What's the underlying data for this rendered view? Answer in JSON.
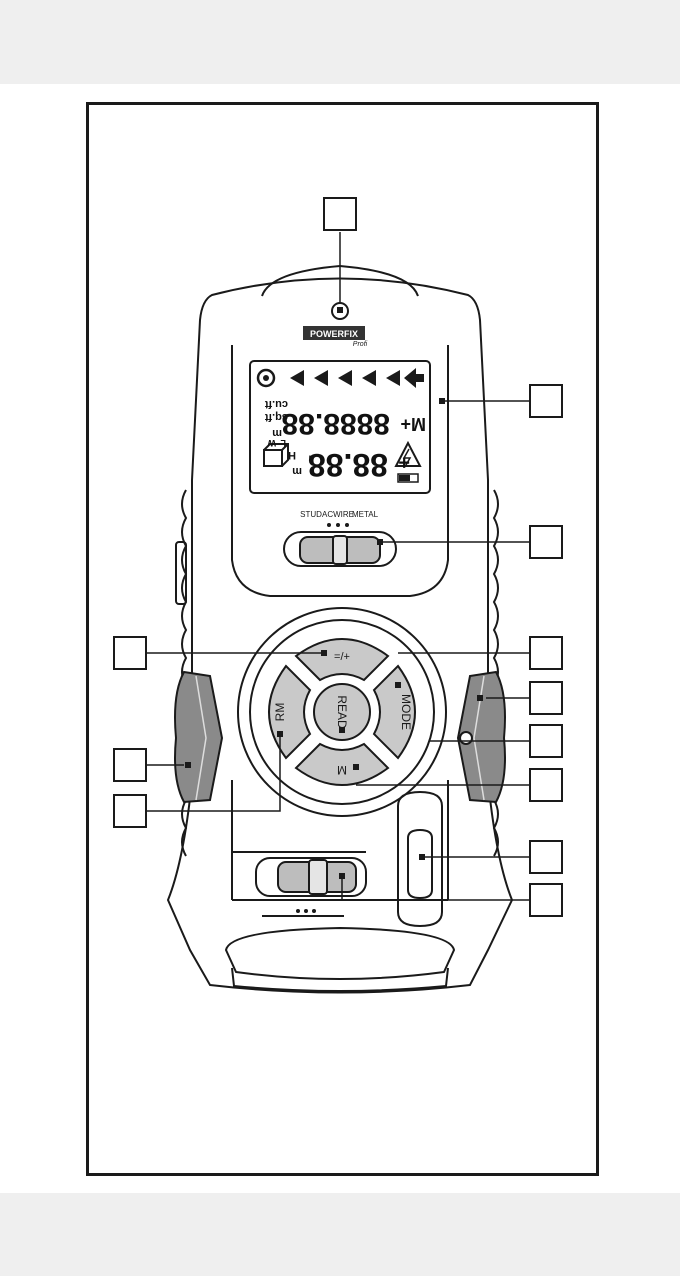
{
  "device": {
    "brand": "POWERFIX",
    "brand_sub": "Profi",
    "lcd": {
      "memory_label": "M+",
      "top_value": "8888.88",
      "bottom_value": "88.88",
      "unit_m": "m",
      "unit_m2": "m",
      "unit_sqft": "sq.ft",
      "unit_cuft": "cu.ft",
      "unit_inch": "\"",
      "unit_foot": "'",
      "dim_h": "H",
      "dim_l": "L",
      "dim_w": "W",
      "plus_sign": "+"
    },
    "mode_scale": {
      "stud": "STUD",
      "acwire": "ACWIRE",
      "metal": "METAL"
    },
    "buttons": {
      "up": "=/+",
      "left": "RM",
      "center": "READ",
      "right": "MODE",
      "down": "M"
    }
  },
  "callouts": [
    "",
    "",
    "",
    "",
    "",
    "",
    "",
    "",
    "",
    "",
    "",
    ""
  ],
  "colors": {
    "outline": "#1a1a1a",
    "button_fill": "#c9c9c9",
    "grip_fill": "#8a8a8a",
    "lcd_fill": "#ffffff",
    "band": "#efefef"
  }
}
